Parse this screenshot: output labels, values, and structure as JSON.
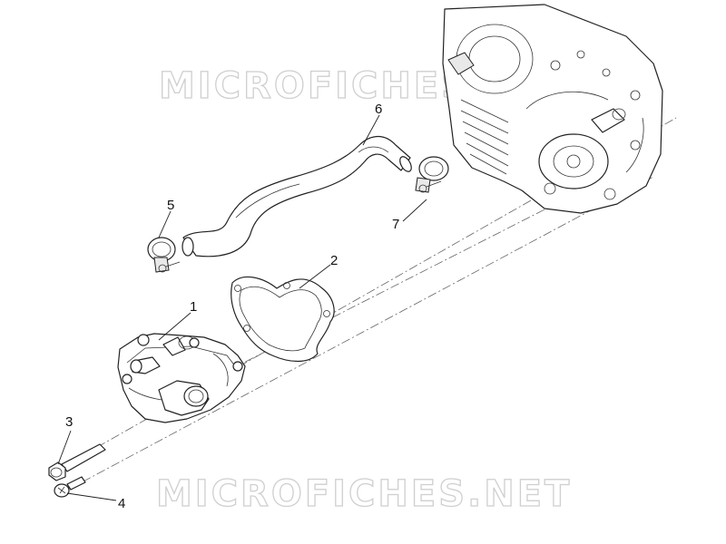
{
  "watermark": {
    "top_text": "MICROFICHES.NET",
    "bottom_text": "MICROFICHES.NET"
  },
  "callouts": [
    {
      "id": "1",
      "label": "1"
    },
    {
      "id": "2",
      "label": "2"
    },
    {
      "id": "3",
      "label": "3"
    },
    {
      "id": "4",
      "label": "4"
    },
    {
      "id": "5",
      "label": "5"
    },
    {
      "id": "6",
      "label": "6"
    },
    {
      "id": "7",
      "label": "7"
    }
  ]
}
